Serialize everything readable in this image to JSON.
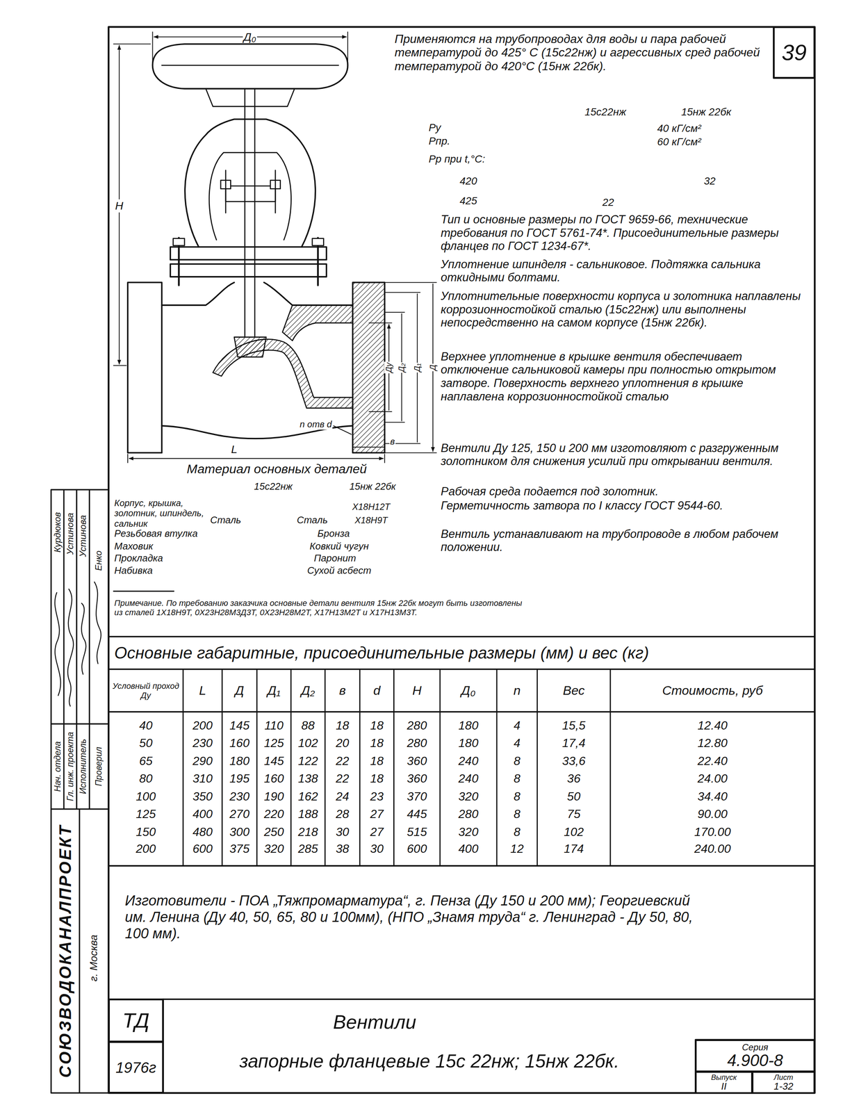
{
  "diagram": {
    "title": "Вентили",
    "nodes": [
      {
        "text": [
          "39"
        ]
      },
      {
        "text": [
          "ТД"
        ]
      },
      {
        "text": [
          "1976г"
        ]
      },
      {
        "text": [
          "Серия",
          "4.900-8"
        ]
      },
      {
        "text": [
          "Выпуск",
          "II"
        ]
      },
      {
        "text": [
          "Лист",
          "1-32"
        ]
      }
    ],
    "labels": [
      "Д₀",
      "Н",
      "Ду",
      "Д₂",
      "Д₁",
      "Д",
      "n отв d",
      "в",
      "L",
      "Материал основных деталей",
      "15с22нж",
      "15нж 22бк",
      "Корпус, крышка, золотник, шпиндель, сальник",
      "Сталь",
      "Сталь",
      "Х18Н12Т",
      "Х18Н9Т",
      "Резьбовая втулка",
      "Бронза",
      "Маховик",
      "Ковкий чугун",
      "Прокладка",
      "Паронит",
      "Набивка",
      "Сухой асбест",
      "Примечание. По требованию заказчика основные детали вентиля 15нж 22бк могут быть изготовлены из сталей 1Х18Н9Т, 0Х23Н28М3Д3Т, 0Х23Н28М2Т, Х17Н13М2Т и Х17Н13М3Т.",
      "Применяются на трубопроводах для воды и пара рабочей температурой до 425° C (15с22нж) и агрессивных сред рабочей температурой до 420°C (15нж 22бк).",
      "15с22нж",
      "15нж 22бк",
      "Ру",
      "40 кГ/см²",
      "Рпр.",
      "60 кГ/см²",
      "Рр при t,°C:",
      "420",
      "32",
      "425",
      "22",
      "Тип и основные размеры по ГОСТ 9659-66, технические требования по ГОСТ 5761-74*. Присоединительные размеры фланцев по ГОСТ 1234-67*.",
      "Уплотнение шпинделя - сальниковое. Подтяжка сальника откидными болтами.",
      "Уплотнительные поверхности корпуса и золотника наплавлены коррозионностойкой сталью (15с22нж) или выполнены непосредственно на самом корпусе (15нж 22бк).",
      "Верхнее уплотнение в крышке вентиля обеспечивает отключение сальниковой камеры при полностью открытом затворе. Поверхность верхнего уплотнения в крышке наплавлена коррозионностойкой сталью",
      "Вентили Ду 125, 150 и 200 мм изготовляют с разгруженным золотником для снижения усилий при открывании вентиля.",
      "Рабочая среда подается под золотник.",
      "Герметичность затвора по I классу ГОСТ 9544-60.",
      "Вентиль устанавливают на трубопроводе в любом рабочем положении.",
      "Курдюков",
      "Устинова",
      "Устинова",
      "Енко",
      "Нач. отдела",
      "Гл. инж. проекта",
      "Исполнитель",
      "Проверил",
      "СОЮЗВОДОКАНАЛПРОЕКТ",
      "г. Москва",
      "Основные габаритные, присоединительные размеры (мм) и вес (кг)",
      "Условный проход Ду",
      "L",
      "Д",
      "Д₁",
      "Д₂",
      "в",
      "d",
      "Н",
      "Д₀",
      "n",
      "Вес",
      "Стоимость, руб",
      "40",
      "200",
      "145",
      "110",
      "88",
      "18",
      "18",
      "280",
      "180",
      "4",
      "15,5",
      "12.40",
      "50",
      "230",
      "160",
      "125",
      "102",
      "20",
      "18",
      "280",
      "180",
      "4",
      "17,4",
      "12.80",
      "65",
      "290",
      "180",
      "145",
      "122",
      "22",
      "18",
      "360",
      "240",
      "8",
      "33,6",
      "22.40",
      "80",
      "310",
      "195",
      "160",
      "138",
      "22",
      "18",
      "360",
      "240",
      "8",
      "36",
      "24.00",
      "100",
      "350",
      "230",
      "190",
      "162",
      "24",
      "23",
      "370",
      "320",
      "8",
      "50",
      "34.40",
      "125",
      "400",
      "270",
      "220",
      "188",
      "28",
      "27",
      "445",
      "280",
      "8",
      "75",
      "90.00",
      "150",
      "480",
      "300",
      "250",
      "218",
      "30",
      "27",
      "515",
      "320",
      "8",
      "102",
      "170.00",
      "200",
      "600",
      "375",
      "320",
      "285",
      "38",
      "30",
      "600",
      "400",
      "12",
      "174",
      "240.00",
      "Изготовители - ПОА „Тяжпромарматура“, г. Пенза (Ду 150 и 200 мм); Георгиевский им. Ленина (Ду 40, 50, 65, 80 и 100мм), (НПО „Знамя труда“ г. Ленинград - Ду 50, 80, 100 мм).",
      "запорные фланцевые 15с 22нж; 15нж 22бк."
    ]
  }
}
